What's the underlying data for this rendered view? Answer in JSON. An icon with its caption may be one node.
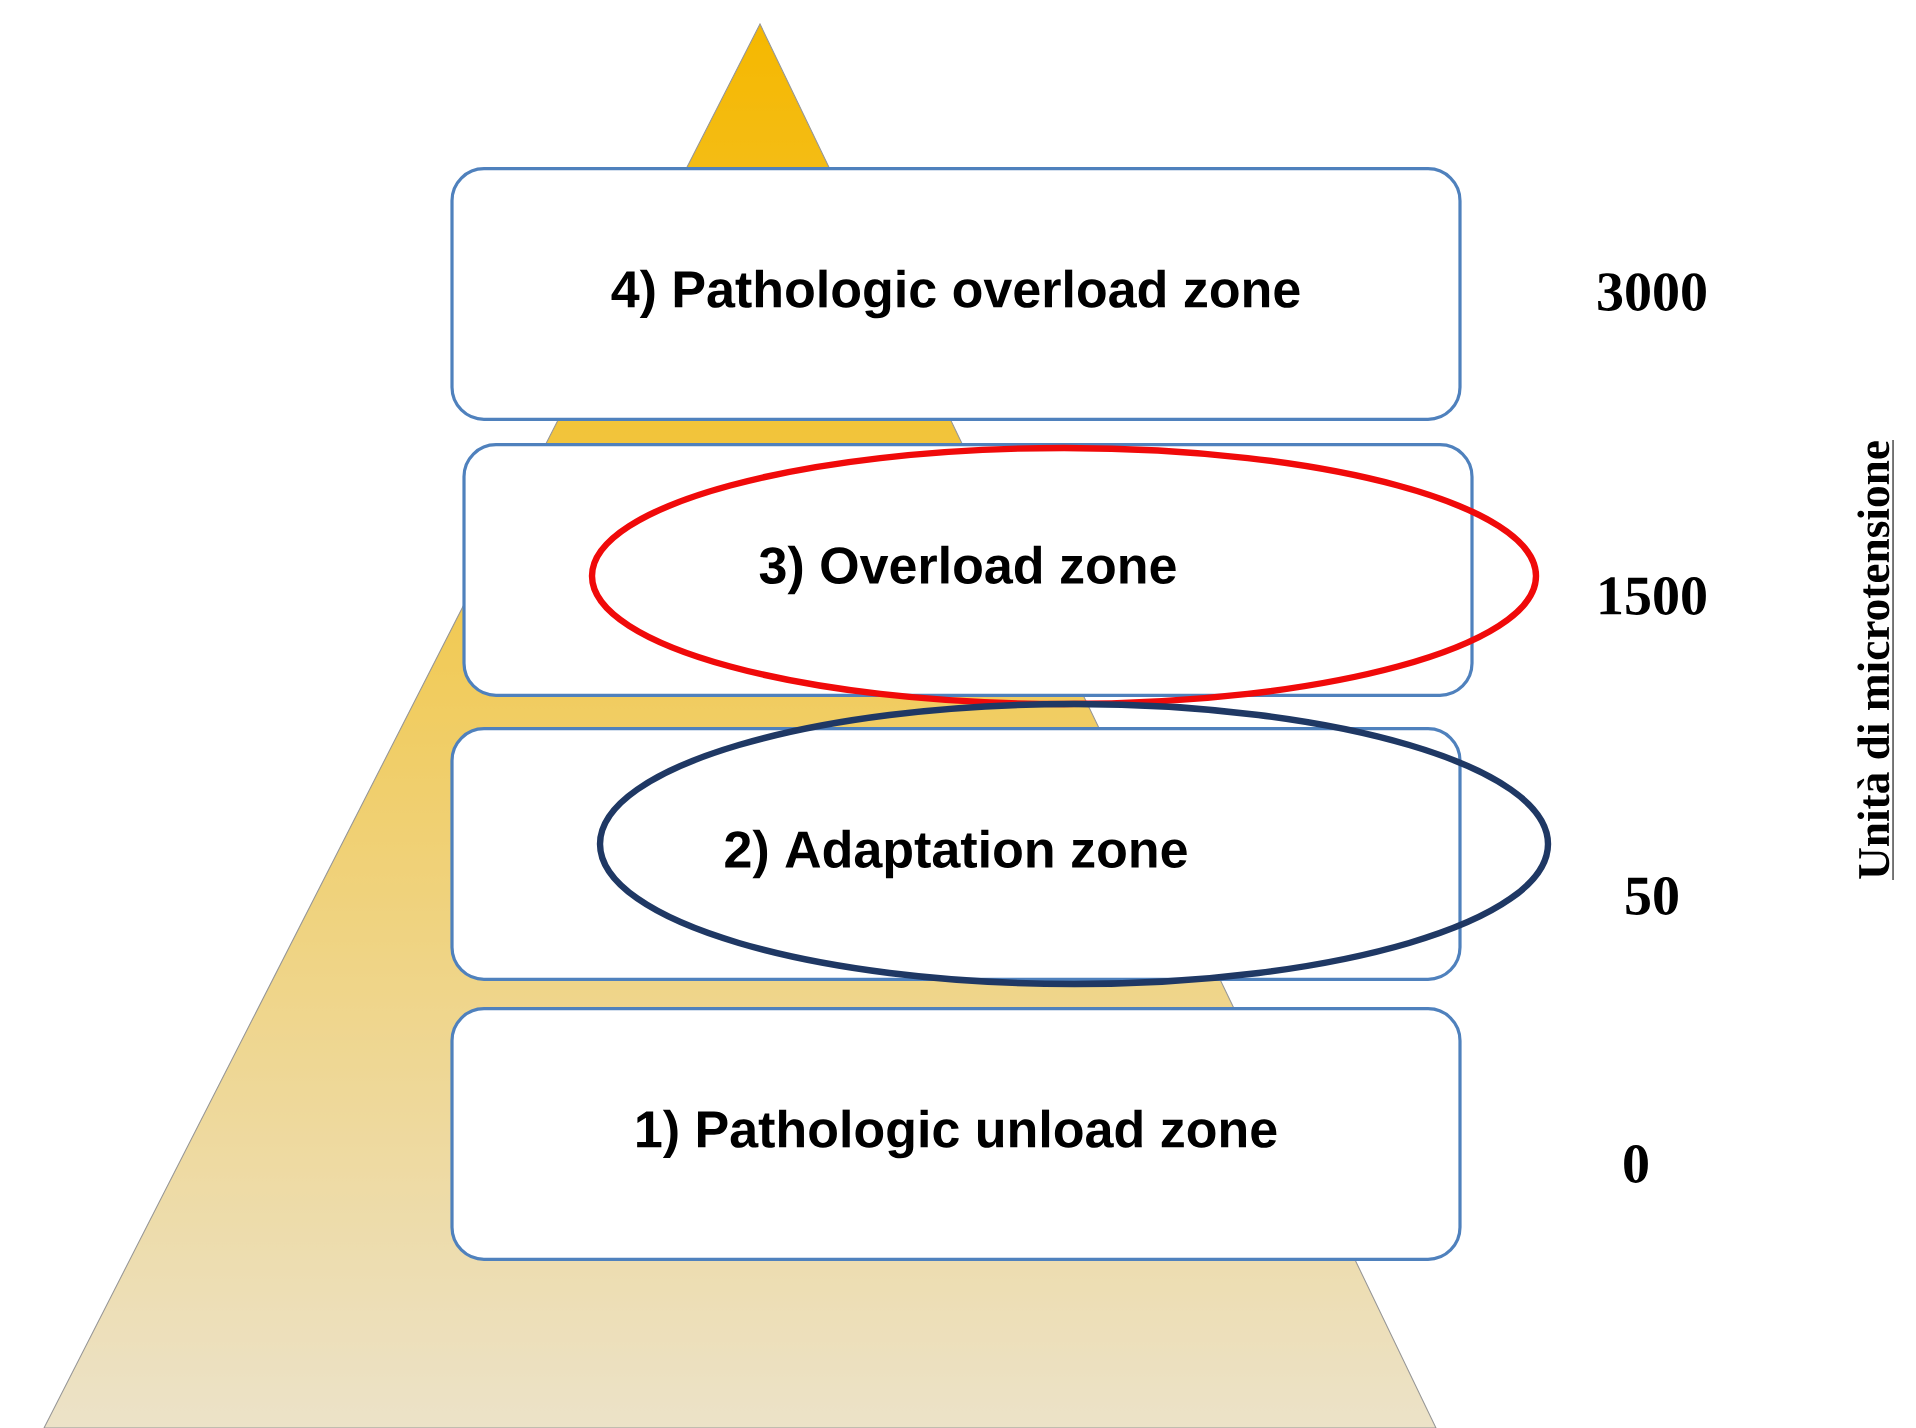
{
  "diagram": {
    "nodes": [
      {
        "text": [
          "4) Pathologic overload zone"
        ]
      },
      {
        "text": [
          "3) Overload zone"
        ]
      },
      {
        "text": [
          "2) Adaptation zone"
        ]
      },
      {
        "text": [
          "1) Pathologic unload zone"
        ]
      }
    ],
    "labels": [
      "3000",
      "1500",
      "50",
      "0",
      "Unità di microtensione"
    ]
  }
}
